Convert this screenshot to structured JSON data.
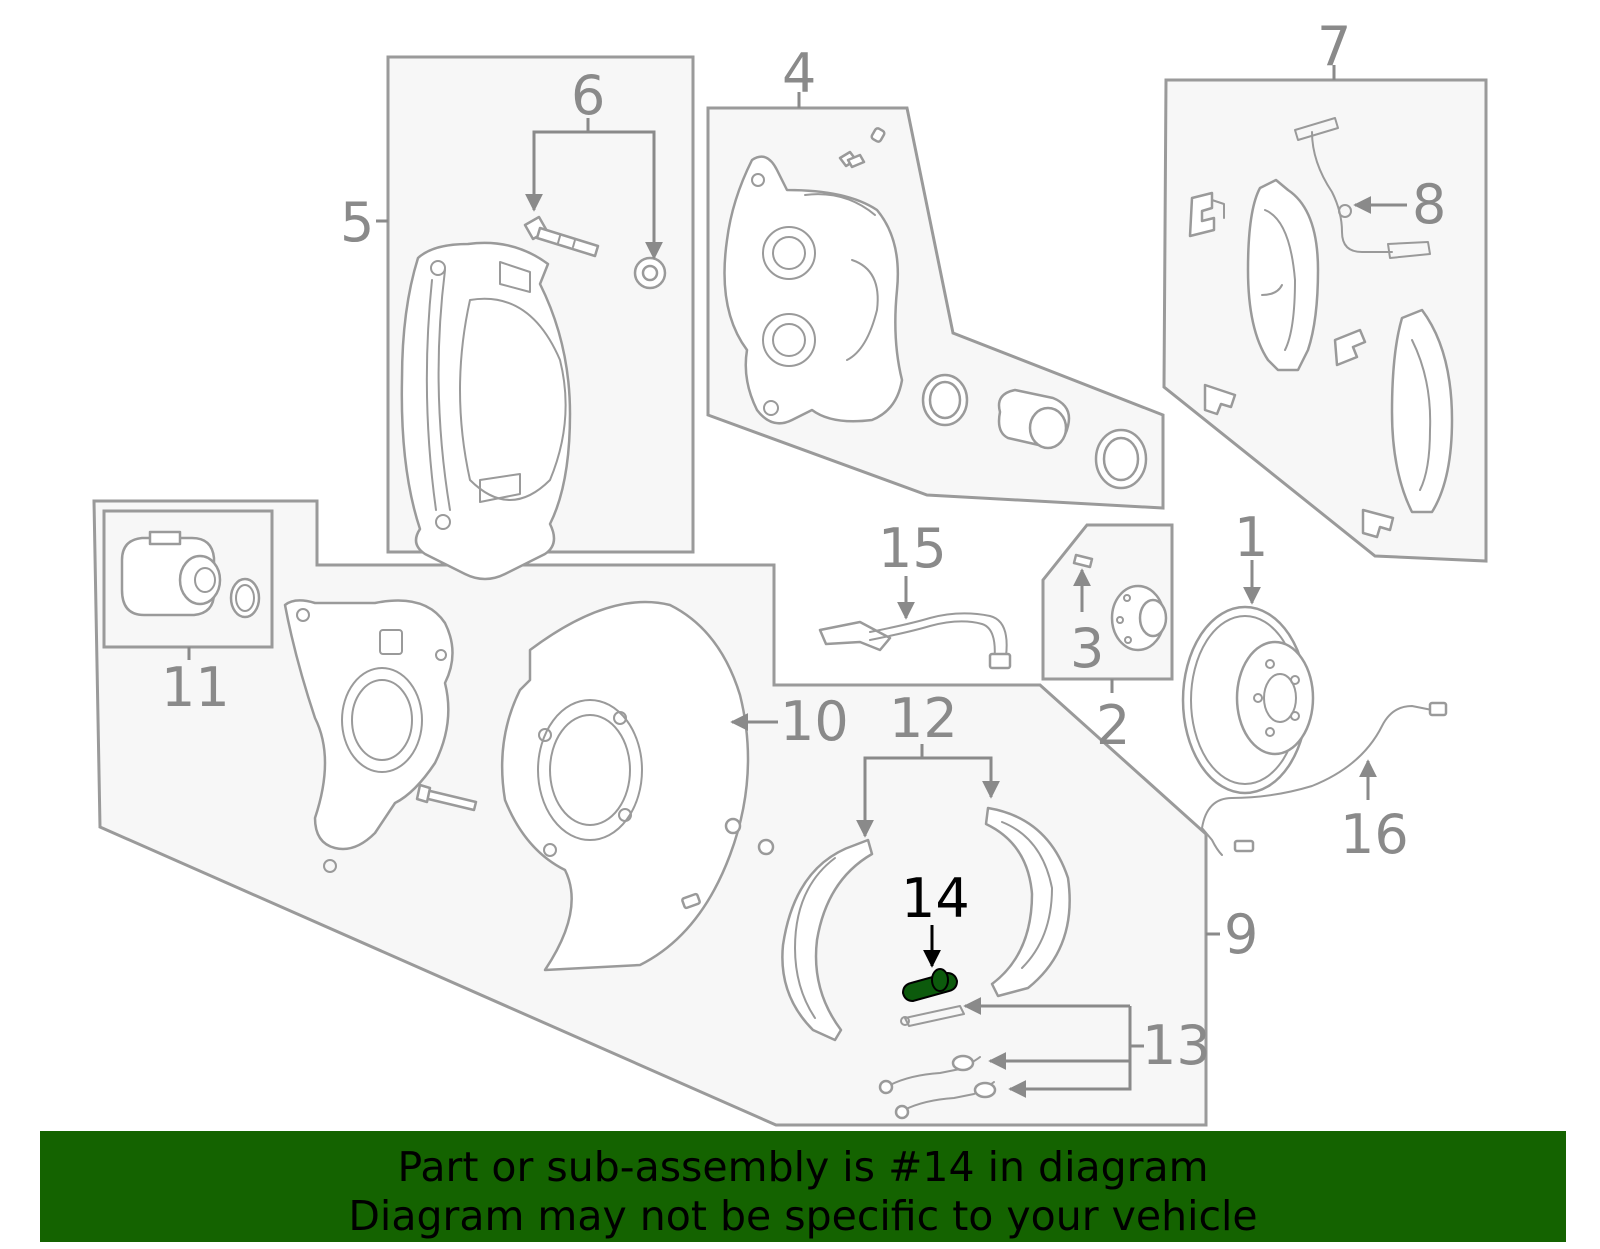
{
  "callouts": {
    "c1": "1",
    "c2": "2",
    "c3": "3",
    "c4": "4",
    "c5": "5",
    "c6": "6",
    "c7": "7",
    "c8": "8",
    "c9": "9",
    "c10": "10",
    "c11": "11",
    "c12": "12",
    "c13": "13",
    "c14": "14",
    "c15": "15",
    "c16": "16"
  },
  "highlight": {
    "callout": "14",
    "color": "#0c5a0c"
  },
  "colors": {
    "banner": "#146300",
    "panel": "#f7f7f7",
    "line": "#9a9a9a"
  },
  "footer": {
    "line1": "Part or sub-assembly is #14 in diagram",
    "line2": "Diagram may not be specific to your vehicle"
  }
}
